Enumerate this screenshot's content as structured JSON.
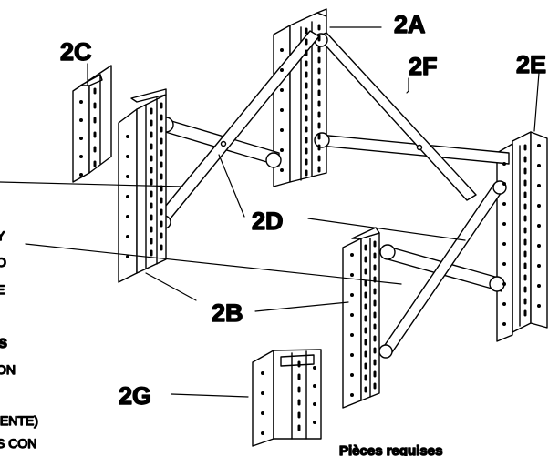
{
  "callouts": {
    "a": "2A",
    "b": "2B",
    "c": "2C",
    "d": "2D",
    "e": "2E",
    "f": "2F",
    "g": "2G"
  },
  "cropped_left_text": {
    "line1": "Y",
    "line2": "O",
    "line3": "E",
    "line4": "s",
    "line5": "ON",
    "line6": "IENTE)",
    "line7": "S CON"
  },
  "footer_text": "Pièces requises"
}
